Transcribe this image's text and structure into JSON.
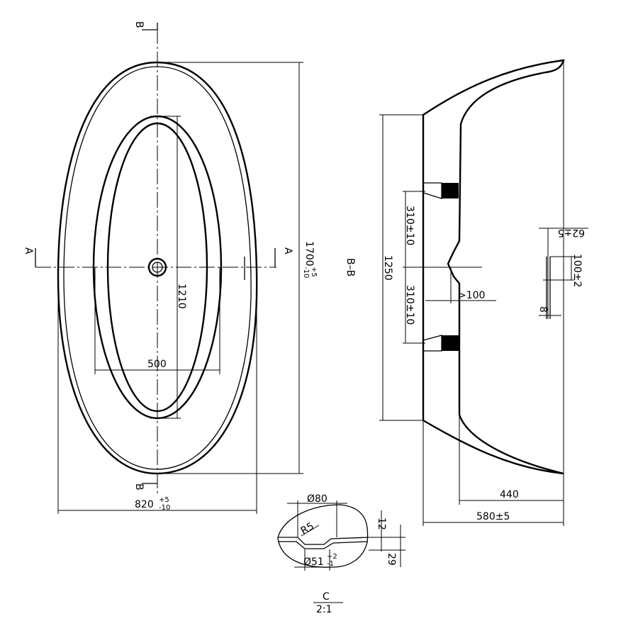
{
  "plan_view": {
    "section_mark_top": "B",
    "section_mark_bottom": "B",
    "section_mark_left": "A",
    "section_mark_right": "A",
    "length": {
      "value": "1700",
      "tol_plus": "+5",
      "tol_minus": "-10"
    },
    "inner_length": "1210",
    "inner_width": "500",
    "width": {
      "value": "820",
      "tol_plus": "+5",
      "tol_minus": "-10"
    }
  },
  "section_view": {
    "title": "B–B",
    "height_span": "1250",
    "upper_offset": "310±10",
    "lower_offset": "310±10",
    "min_note": ">100",
    "inner_depth": "440",
    "overall_depth": "580±5",
    "overflow_offset": "62±5",
    "overflow_height": "100±2",
    "overflow_width": "8"
  },
  "detail_c": {
    "outer_diameter": "Ø80",
    "radius": "R5",
    "depth_a": "12",
    "depth_b": "29",
    "inner_diameter": {
      "value": "Ø51",
      "tol_plus": "+2",
      "tol_minus": "-1"
    },
    "label": "C",
    "scale": "2:1"
  }
}
